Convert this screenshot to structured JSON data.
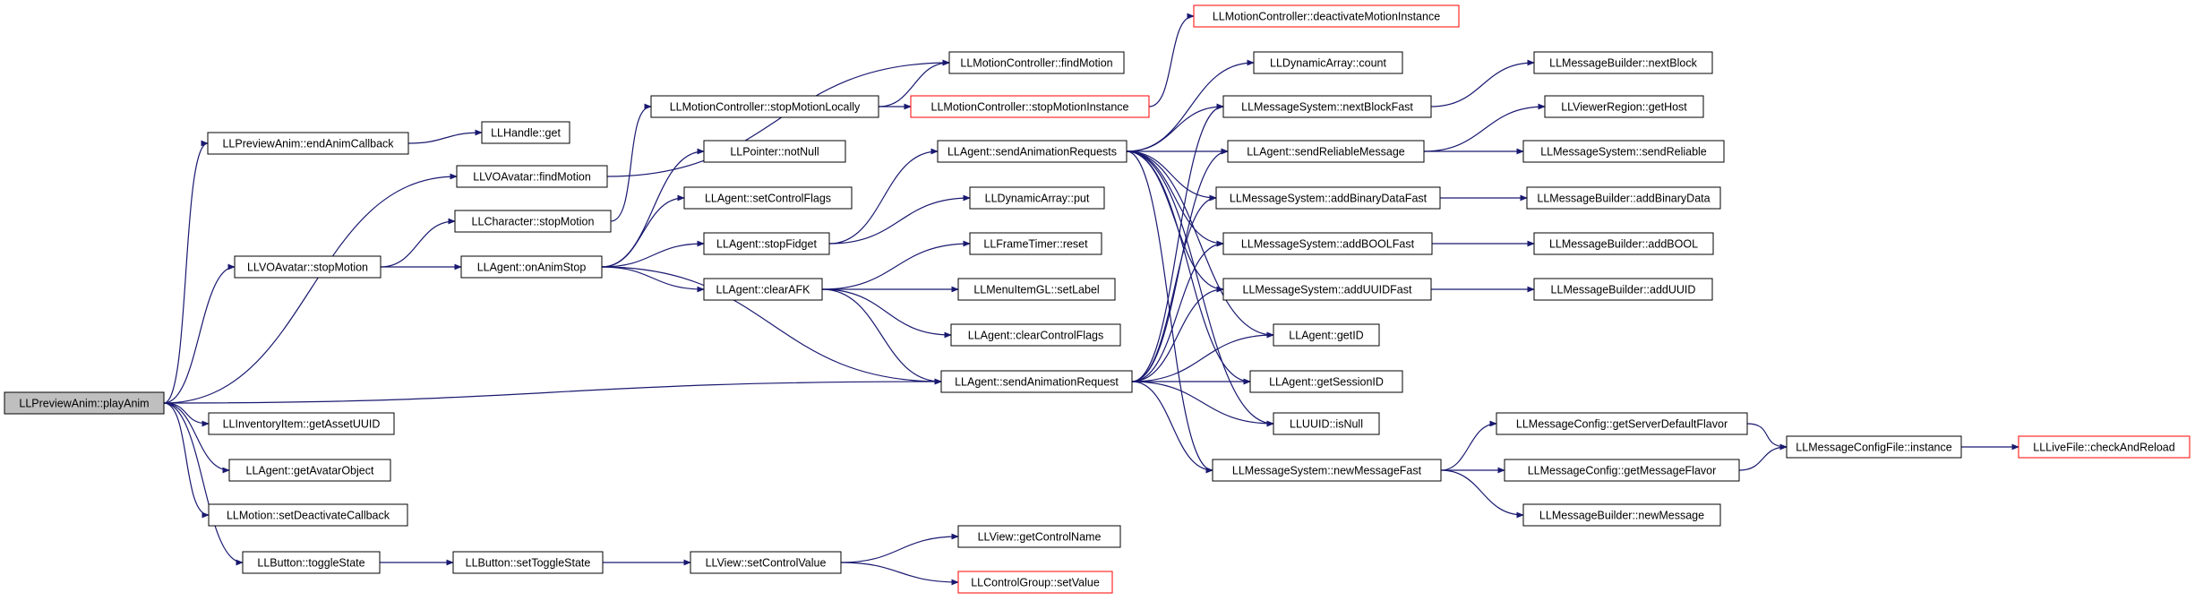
{
  "colors": {
    "edge": "#191970",
    "node_border": "#000000",
    "node_border_truncated": "#ff0000",
    "root_fill": "#bfbfbf",
    "background": "#ffffff"
  },
  "nodes": [
    {
      "id": "playAnim",
      "label": "LLPreviewAnim::playAnim",
      "root": true
    },
    {
      "id": "endAnimCallback",
      "label": "LLPreviewAnim::endAnimCallback"
    },
    {
      "id": "handleGet",
      "label": "LLHandle::get"
    },
    {
      "id": "voFindMotion",
      "label": "LLVOAvatar::findMotion"
    },
    {
      "id": "voStopMotion",
      "label": "LLVOAvatar::stopMotion"
    },
    {
      "id": "charStopMotion",
      "label": "LLCharacter::stopMotion"
    },
    {
      "id": "agentOnAnimStop",
      "label": "LLAgent::onAnimStop"
    },
    {
      "id": "getAssetUUID",
      "label": "LLInventoryItem::getAssetUUID"
    },
    {
      "id": "getAvatarObject",
      "label": "LLAgent::getAvatarObject"
    },
    {
      "id": "setDeactivateCallback",
      "label": "LLMotion::setDeactivateCallback"
    },
    {
      "id": "toggleState",
      "label": "LLButton::toggleState"
    },
    {
      "id": "setToggleState",
      "label": "LLButton::setToggleState"
    },
    {
      "id": "setControlValue",
      "label": "LLView::setControlValue"
    },
    {
      "id": "getControlName",
      "label": "LLView::getControlName"
    },
    {
      "id": "setValue",
      "label": "LLControlGroup::setValue",
      "truncated": true
    },
    {
      "id": "mcFindMotion",
      "label": "LLMotionController::findMotion"
    },
    {
      "id": "mcStopMotionLocally",
      "label": "LLMotionController::stopMotionLocally"
    },
    {
      "id": "mcStopMotionInstance",
      "label": "LLMotionController::stopMotionInstance",
      "truncated": true
    },
    {
      "id": "mcDeactivate",
      "label": "LLMotionController::deactivateMotionInstance",
      "truncated": true
    },
    {
      "id": "notNull",
      "label": "LLPointer::notNull"
    },
    {
      "id": "setControlFlags",
      "label": "LLAgent::setControlFlags"
    },
    {
      "id": "stopFidget",
      "label": "LLAgent::stopFidget"
    },
    {
      "id": "clearAFK",
      "label": "LLAgent::clearAFK"
    },
    {
      "id": "sendAnimRequests",
      "label": "LLAgent::sendAnimationRequests"
    },
    {
      "id": "sendAnimRequest",
      "label": "LLAgent::sendAnimationRequest"
    },
    {
      "id": "dynPut",
      "label": "LLDynamicArray::put"
    },
    {
      "id": "frameReset",
      "label": "LLFrameTimer::reset"
    },
    {
      "id": "menuSetLabel",
      "label": "LLMenuItemGL::setLabel"
    },
    {
      "id": "clearControlFlags",
      "label": "LLAgent::clearControlFlags"
    },
    {
      "id": "dynCount",
      "label": "LLDynamicArray::count"
    },
    {
      "id": "nextBlockFast",
      "label": "LLMessageSystem::nextBlockFast"
    },
    {
      "id": "sendReliable",
      "label": "LLAgent::sendReliableMessage"
    },
    {
      "id": "addBinaryDataFast",
      "label": "LLMessageSystem::addBinaryDataFast"
    },
    {
      "id": "addBOOLFast",
      "label": "LLMessageSystem::addBOOLFast"
    },
    {
      "id": "addUUIDFast",
      "label": "LLMessageSystem::addUUIDFast"
    },
    {
      "id": "getID",
      "label": "LLAgent::getID"
    },
    {
      "id": "getSessionID",
      "label": "LLAgent::getSessionID"
    },
    {
      "id": "isNull",
      "label": "LLUUID::isNull"
    },
    {
      "id": "newMessageFast",
      "label": "LLMessageSystem::newMessageFast"
    },
    {
      "id": "mbNextBlock",
      "label": "LLMessageBuilder::nextBlock"
    },
    {
      "id": "getHost",
      "label": "LLViewerRegion::getHost"
    },
    {
      "id": "msSendReliable",
      "label": "LLMessageSystem::sendReliable"
    },
    {
      "id": "mbAddBinaryData",
      "label": "LLMessageBuilder::addBinaryData"
    },
    {
      "id": "mbAddBOOL",
      "label": "LLMessageBuilder::addBOOL"
    },
    {
      "id": "mbAddUUID",
      "label": "LLMessageBuilder::addUUID"
    },
    {
      "id": "getServerDefaultFlavor",
      "label": "LLMessageConfig::getServerDefaultFlavor"
    },
    {
      "id": "getMessageFlavor",
      "label": "LLMessageConfig::getMessageFlavor"
    },
    {
      "id": "mbNewMessage",
      "label": "LLMessageBuilder::newMessage"
    },
    {
      "id": "configInstance",
      "label": "LLMessageConfigFile::instance"
    },
    {
      "id": "checkAndReload",
      "label": "LLLiveFile::checkAndReload",
      "truncated": true
    }
  ],
  "edges": [
    [
      "playAnim",
      "endAnimCallback"
    ],
    [
      "playAnim",
      "voFindMotion"
    ],
    [
      "playAnim",
      "voStopMotion"
    ],
    [
      "playAnim",
      "sendAnimRequest"
    ],
    [
      "playAnim",
      "getAssetUUID"
    ],
    [
      "playAnim",
      "getAvatarObject"
    ],
    [
      "playAnim",
      "setDeactivateCallback"
    ],
    [
      "playAnim",
      "toggleState"
    ],
    [
      "endAnimCallback",
      "handleGet"
    ],
    [
      "voFindMotion",
      "mcFindMotion"
    ],
    [
      "voStopMotion",
      "charStopMotion"
    ],
    [
      "voStopMotion",
      "agentOnAnimStop"
    ],
    [
      "charStopMotion",
      "mcStopMotionLocally"
    ],
    [
      "mcStopMotionLocally",
      "mcFindMotion"
    ],
    [
      "mcStopMotionLocally",
      "mcStopMotionInstance"
    ],
    [
      "mcStopMotionInstance",
      "mcDeactivate"
    ],
    [
      "agentOnAnimStop",
      "notNull"
    ],
    [
      "agentOnAnimStop",
      "setControlFlags"
    ],
    [
      "agentOnAnimStop",
      "stopFidget"
    ],
    [
      "agentOnAnimStop",
      "clearAFK"
    ],
    [
      "agentOnAnimStop",
      "sendAnimRequest"
    ],
    [
      "stopFidget",
      "sendAnimRequests"
    ],
    [
      "stopFidget",
      "dynPut"
    ],
    [
      "clearAFK",
      "frameReset"
    ],
    [
      "clearAFK",
      "menuSetLabel"
    ],
    [
      "clearAFK",
      "clearControlFlags"
    ],
    [
      "clearAFK",
      "sendAnimRequest"
    ],
    [
      "toggleState",
      "setToggleState"
    ],
    [
      "setToggleState",
      "setControlValue"
    ],
    [
      "setControlValue",
      "getControlName"
    ],
    [
      "setControlValue",
      "setValue"
    ],
    [
      "sendAnimRequests",
      "dynCount"
    ],
    [
      "sendAnimRequests",
      "nextBlockFast"
    ],
    [
      "sendAnimRequests",
      "sendReliable"
    ],
    [
      "sendAnimRequests",
      "addBinaryDataFast"
    ],
    [
      "sendAnimRequests",
      "addBOOLFast"
    ],
    [
      "sendAnimRequests",
      "addUUIDFast"
    ],
    [
      "sendAnimRequests",
      "getID"
    ],
    [
      "sendAnimRequests",
      "getSessionID"
    ],
    [
      "sendAnimRequests",
      "isNull"
    ],
    [
      "sendAnimRequests",
      "newMessageFast"
    ],
    [
      "sendAnimRequest",
      "nextBlockFast"
    ],
    [
      "sendAnimRequest",
      "sendReliable"
    ],
    [
      "sendAnimRequest",
      "addBinaryDataFast"
    ],
    [
      "sendAnimRequest",
      "addBOOLFast"
    ],
    [
      "sendAnimRequest",
      "addUUIDFast"
    ],
    [
      "sendAnimRequest",
      "getID"
    ],
    [
      "sendAnimRequest",
      "getSessionID"
    ],
    [
      "sendAnimRequest",
      "isNull"
    ],
    [
      "sendAnimRequest",
      "newMessageFast"
    ],
    [
      "nextBlockFast",
      "mbNextBlock"
    ],
    [
      "sendReliable",
      "getHost"
    ],
    [
      "sendReliable",
      "msSendReliable"
    ],
    [
      "addBinaryDataFast",
      "mbAddBinaryData"
    ],
    [
      "addBOOLFast",
      "mbAddBOOL"
    ],
    [
      "addUUIDFast",
      "mbAddUUID"
    ],
    [
      "newMessageFast",
      "getServerDefaultFlavor"
    ],
    [
      "newMessageFast",
      "getMessageFlavor"
    ],
    [
      "newMessageFast",
      "mbNewMessage"
    ],
    [
      "getServerDefaultFlavor",
      "configInstance"
    ],
    [
      "getMessageFlavor",
      "configInstance"
    ],
    [
      "configInstance",
      "checkAndReload"
    ]
  ]
}
